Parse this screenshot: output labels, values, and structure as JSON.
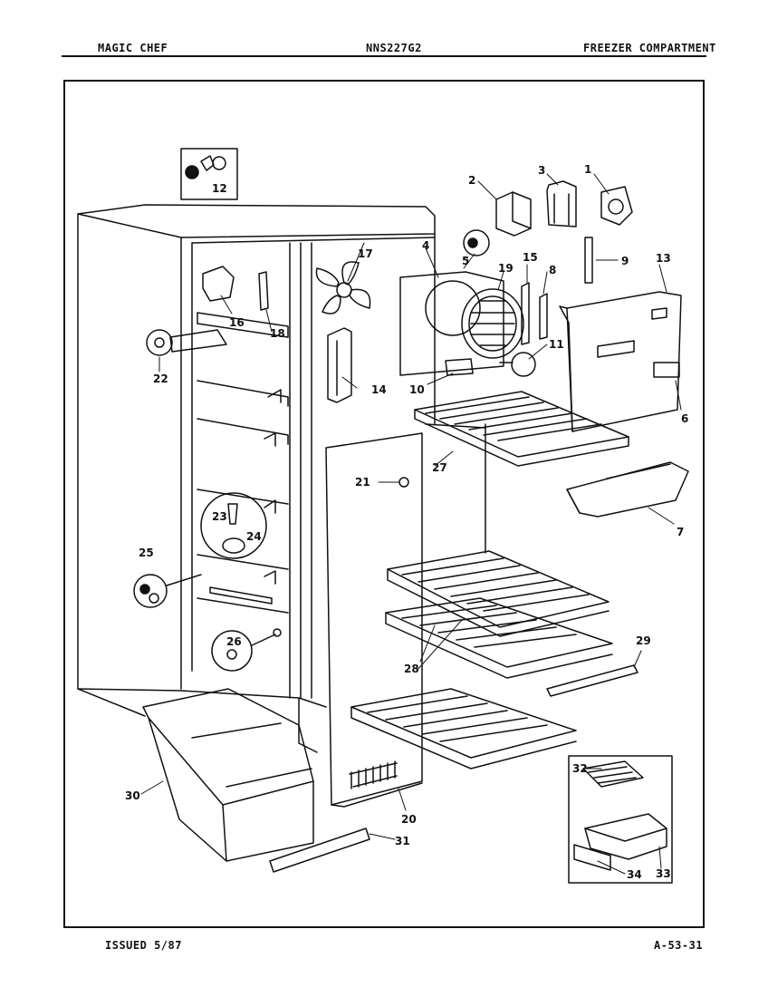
{
  "header": {
    "brand": "MAGIC CHEF",
    "model": "NNS227G2",
    "section": "FREEZER COMPARTMENT"
  },
  "footer": {
    "issued": "ISSUED 5/87",
    "page_code": "A-53-31"
  },
  "callouts": [
    "1",
    "2",
    "3",
    "4",
    "5",
    "6",
    "7",
    "8",
    "9",
    "10",
    "11",
    "12",
    "13",
    "14",
    "15",
    "16",
    "17",
    "18",
    "19",
    "20",
    "21",
    "22",
    "23",
    "24",
    "25",
    "26",
    "27",
    "28",
    "29",
    "30",
    "31",
    "32",
    "33",
    "34"
  ]
}
